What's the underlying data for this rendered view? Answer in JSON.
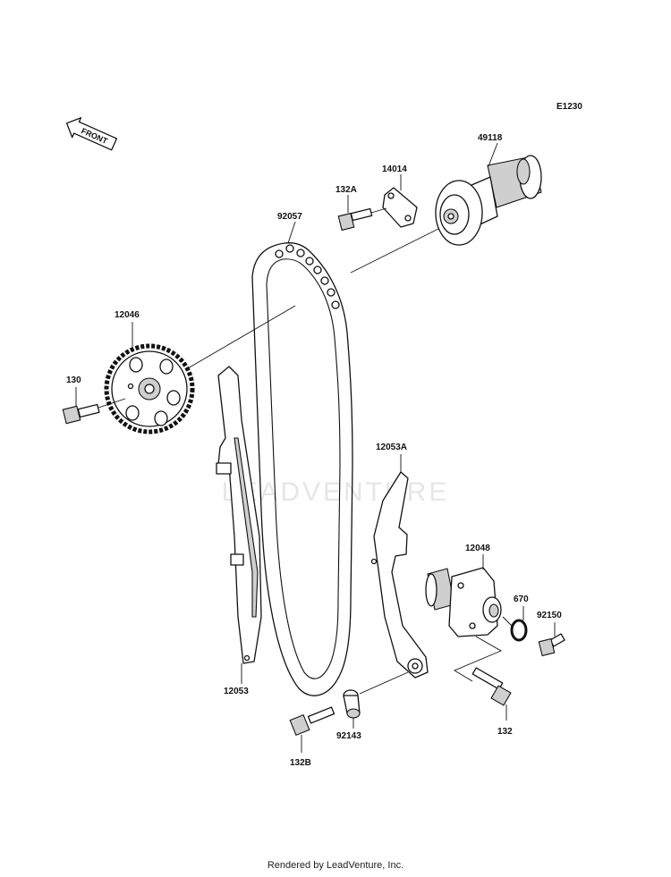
{
  "diagram_code": "E1230",
  "front_label": "FRONT",
  "watermark": "LEADVENTURE",
  "footer": "Rendered by LeadVenture, Inc.",
  "parts": {
    "p49118": "49118",
    "p14014": "14014",
    "p132a": "132A",
    "p92057": "92057",
    "p12046": "12046",
    "p130": "130",
    "p12053a": "12053A",
    "p12048": "12048",
    "p670": "670",
    "p92150": "92150",
    "p12053": "12053",
    "p92143": "92143",
    "p132": "132",
    "p132b": "132B"
  }
}
